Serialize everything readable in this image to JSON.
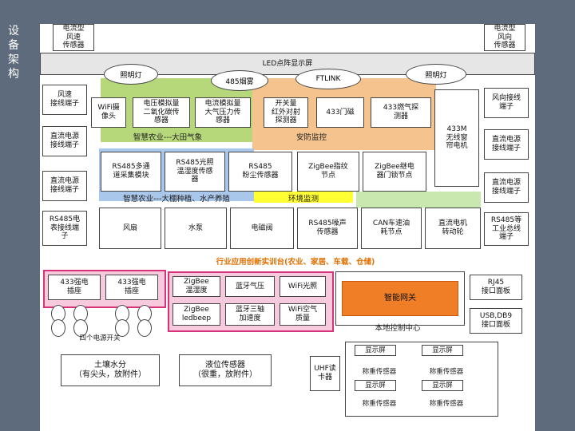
{
  "side_title": "设\n备\n架\n构",
  "top": {
    "left_sensor": "电流型\n风速\n传感器",
    "right_sensor": "电流型\n风向\n传感器",
    "led_screen": "LED点阵显示屏",
    "lights": [
      "照明灯",
      "照明灯"
    ],
    "smoke": "485烟雾",
    "ftlink": "FTLINK"
  },
  "left_ports": [
    "风速\n接线端子",
    "直流电源\n接线端子",
    "直流电源\n接线端子",
    "RS485电\n表接线端\n子"
  ],
  "right_ports": [
    "风向接线\n端子",
    "直流电源\n接线端子",
    "直流电源\n接线端子",
    "RS485等\n工业总线\n端子"
  ],
  "smart_farm": {
    "label": "智慧农业---大田气象",
    "items": [
      "WiFi摄\n像头",
      "电压模拟量\n二氧化碳传\n感器",
      "电流模拟量\n大气压力传\n感器"
    ]
  },
  "security": {
    "label": "安防监控",
    "items": [
      "开关量\n红外对射\n探测器",
      "433门磁",
      "433燃气探\n测器",
      "433M\n无线窗\n帘电机"
    ]
  },
  "row2": [
    "RS485多通\n道采集模块",
    "RS485光照\n温湿度传感\n器",
    "RS485\n粉尘传感器",
    "ZigBee指纹\n节点",
    "ZigBee继电\n器门锁节点"
  ],
  "greenhouse_label": "智慧农业---大棚种植、水产养殖",
  "env_label": "环境监测",
  "row3": [
    "风扇",
    "水泵",
    "电磁阀",
    "RS485噪声\n传感器",
    "CAN车速油\n耗节点",
    "直流电机\n转动轮"
  ],
  "platform_label": "行业应用创新实训台(农业、家居、车载、仓储)",
  "relays": [
    "433强电\n插座",
    "433强电\n插座"
  ],
  "outlets_label": "四个电源开关",
  "zigbee_modules": [
    "ZigBee\n温湿度",
    "蓝牙气压",
    "WiFi光照",
    "ZigBee\nledbeep",
    "蓝牙三轴\n加速度",
    "WiFi空气\n质量"
  ],
  "gateway": "智能网关",
  "local_center": "本地控制中心",
  "rj45": "RJ45\n接口面板",
  "usb": "USB,DB9\n接口面板",
  "soil": "土壤水分\n（有尖头，放附件）",
  "liquid": "液位传感器\n（很重，放附件）",
  "uhf": "UHF读\n卡器",
  "scales": {
    "display": "显示屏",
    "sensor": "称重传感器"
  },
  "colors": {
    "green": "#b6d77a",
    "orange": "#f5c48e",
    "blue": "#a9c7ea",
    "yellow": "#ffff33",
    "lightgreen": "#c8e8b0",
    "pink": "#f7c9dd",
    "magenta": "#d6337a",
    "gateway": "#f07e26",
    "platform_text": "#e07000"
  }
}
